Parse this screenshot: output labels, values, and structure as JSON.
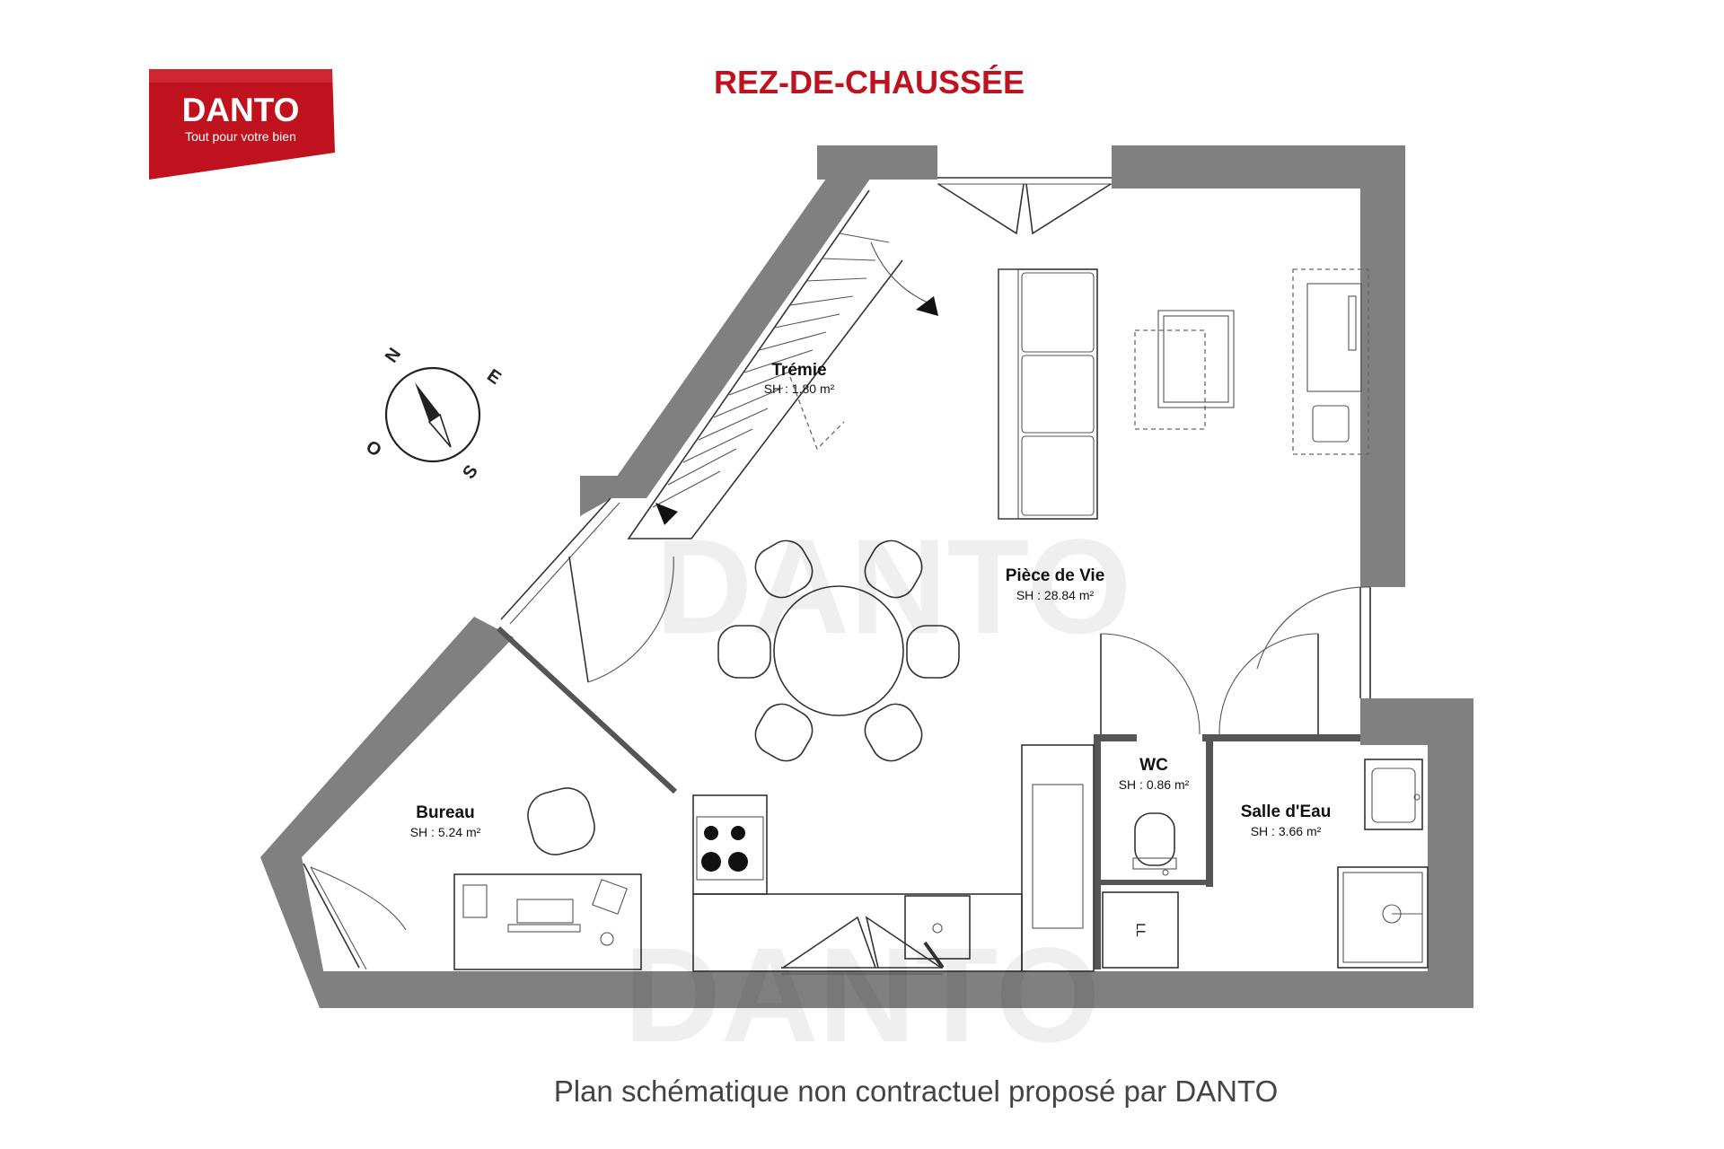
{
  "header": {
    "title": "REZ-DE-CHAUSSÉE"
  },
  "logo": {
    "name": "DANTO",
    "tagline": "Tout pour votre bien",
    "color": "#c0121e"
  },
  "compass": {
    "north": "N",
    "east": "E",
    "south": "S",
    "west": "O"
  },
  "rooms": {
    "tremie": {
      "name": "Trémie",
      "area": "SH : 1.80 m²"
    },
    "piece_de_vie": {
      "name": "Pièce de Vie",
      "area": "SH : 28.84 m²"
    },
    "bureau": {
      "name": "Bureau",
      "area": "SH : 5.24 m²"
    },
    "wc": {
      "name": "WC",
      "area": "SH : 0.86 m²"
    },
    "salle_eau": {
      "name": "Salle d'Eau",
      "area": "SH : 3.66 m²"
    }
  },
  "fixtures": {
    "laundry_label": "LL"
  },
  "watermark": "DANTO",
  "footer": {
    "disclaimer": "Plan schématique non contractuel proposé par DANTO"
  },
  "colors": {
    "wall": "#808080",
    "title": "#c0121e"
  }
}
